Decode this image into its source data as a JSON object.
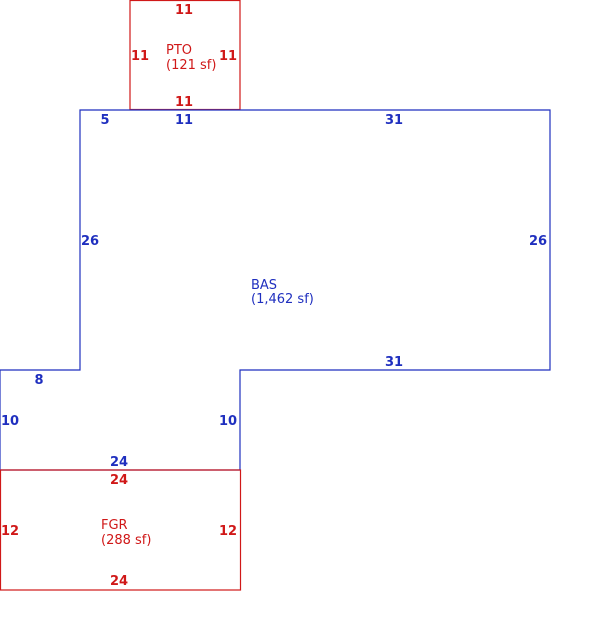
{
  "colors": {
    "base": "#1f2fbf",
    "addition": "#d01818",
    "background": "#ffffff"
  },
  "areas": {
    "pto": {
      "name": "PTO",
      "area": "(121 sf)"
    },
    "bas": {
      "name": "BAS",
      "area": "(1,462 sf)"
    },
    "fgr": {
      "name": "FGR",
      "area": "(288 sf)"
    }
  },
  "dims": {
    "pto_top": "11",
    "pto_left": "11",
    "pto_right": "11",
    "pto_bottom": "11",
    "bas_top_left": "5",
    "bas_top_mid": "11",
    "bas_top_right": "31",
    "bas_left_upper": "26",
    "bas_right": "26",
    "bas_inner_step": "31",
    "bas_lower_top": "8",
    "bas_lower_left": "10",
    "bas_lower_right": "10",
    "bas_bottom": "24",
    "fgr_top": "24",
    "fgr_left": "12",
    "fgr_right": "12",
    "fgr_bottom": "24"
  }
}
